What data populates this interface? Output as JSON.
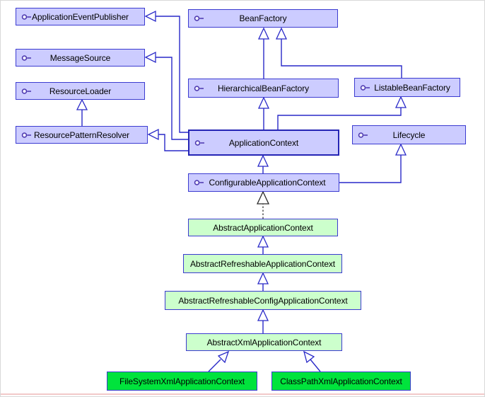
{
  "colors": {
    "interface-fill": "#ccccff",
    "abstract-fill": "#ccffcc",
    "concrete-fill": "#00e33c",
    "box-border": "#3b3bd0",
    "connector-blue": "#2929c8",
    "realization-black": "#2a2a2a",
    "frame-gray": "#d8d8d8",
    "bottom-line-pink": "#f2c9c9"
  },
  "icons": {
    "interface": "lollipop-interface-icon"
  },
  "nodes": {
    "application_event_publisher": {
      "label": "ApplicationEventPublisher",
      "stereotype": "interface"
    },
    "bean_factory": {
      "label": "BeanFactory",
      "stereotype": "interface"
    },
    "message_source": {
      "label": "MessageSource",
      "stereotype": "interface"
    },
    "resource_loader": {
      "label": "ResourceLoader",
      "stereotype": "interface"
    },
    "hierarchical_bean_factory": {
      "label": "HierarchicalBeanFactory",
      "stereotype": "interface"
    },
    "listable_bean_factory": {
      "label": "ListableBeanFactory",
      "stereotype": "interface"
    },
    "resource_pattern_resolver": {
      "label": "ResourcePatternResolver",
      "stereotype": "interface"
    },
    "application_context": {
      "label": "ApplicationContext",
      "stereotype": "interface"
    },
    "lifecycle": {
      "label": "Lifecycle",
      "stereotype": "interface"
    },
    "configurable_application_context": {
      "label": "ConfigurableApplicationContext",
      "stereotype": "interface"
    },
    "abstract_application_context": {
      "label": "AbstractApplicationContext",
      "stereotype": "abstract-class"
    },
    "abstract_refreshable_application_context": {
      "label": "AbstractRefreshableApplicationContext",
      "stereotype": "abstract-class"
    },
    "abstract_refreshable_config_application_context": {
      "label": "AbstractRefreshableConfigApplicationContext",
      "stereotype": "abstract-class"
    },
    "abstract_xml_application_context": {
      "label": "AbstractXmlApplicationContext",
      "stereotype": "abstract-class"
    },
    "file_system_xml_application_context": {
      "label": "FileSystemXmlApplicationContext",
      "stereotype": "concrete-class"
    },
    "class_path_xml_application_context": {
      "label": "ClassPathXmlApplicationContext",
      "stereotype": "concrete-class"
    }
  },
  "edges": [
    {
      "from": "HierarchicalBeanFactory",
      "to": "BeanFactory",
      "type": "extends"
    },
    {
      "from": "ListableBeanFactory",
      "to": "BeanFactory",
      "type": "extends"
    },
    {
      "from": "ApplicationContext",
      "to": "HierarchicalBeanFactory",
      "type": "extends"
    },
    {
      "from": "ApplicationContext",
      "to": "ListableBeanFactory",
      "type": "extends"
    },
    {
      "from": "ApplicationContext",
      "to": "ApplicationEventPublisher",
      "type": "extends"
    },
    {
      "from": "ApplicationContext",
      "to": "MessageSource",
      "type": "extends"
    },
    {
      "from": "ApplicationContext",
      "to": "ResourcePatternResolver",
      "type": "extends"
    },
    {
      "from": "ResourcePatternResolver",
      "to": "ResourceLoader",
      "type": "extends"
    },
    {
      "from": "ConfigurableApplicationContext",
      "to": "ApplicationContext",
      "type": "extends"
    },
    {
      "from": "ConfigurableApplicationContext",
      "to": "Lifecycle",
      "type": "extends"
    },
    {
      "from": "AbstractApplicationContext",
      "to": "ConfigurableApplicationContext",
      "type": "implements"
    },
    {
      "from": "AbstractRefreshableApplicationContext",
      "to": "AbstractApplicationContext",
      "type": "extends"
    },
    {
      "from": "AbstractRefreshableConfigApplicationContext",
      "to": "AbstractRefreshableApplicationContext",
      "type": "extends"
    },
    {
      "from": "AbstractXmlApplicationContext",
      "to": "AbstractRefreshableConfigApplicationContext",
      "type": "extends"
    },
    {
      "from": "FileSystemXmlApplicationContext",
      "to": "AbstractXmlApplicationContext",
      "type": "extends"
    },
    {
      "from": "ClassPathXmlApplicationContext",
      "to": "AbstractXmlApplicationContext",
      "type": "extends"
    }
  ]
}
